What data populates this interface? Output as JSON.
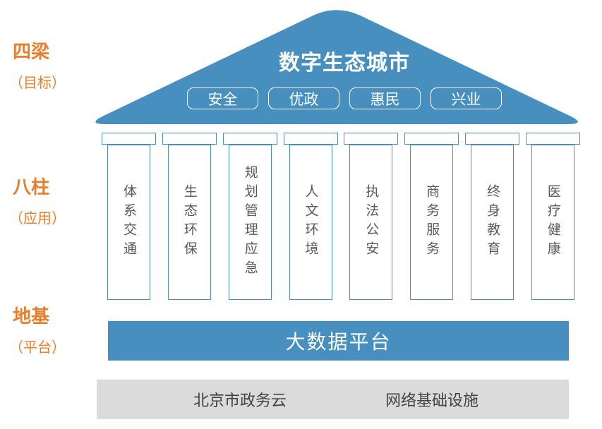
{
  "palette": {
    "roof_blue": "#478FBE",
    "pillar_border_blue": "#4F8DB9",
    "label_orange": "#E87E2C",
    "pillar_text_gray": "#595959",
    "infra_bar_gray": "#DBDBDB",
    "infra_text": "#3F4347",
    "white": "#FFFFFF"
  },
  "side_labels": [
    {
      "main": "四梁",
      "sub": "（目标）"
    },
    {
      "main": "八柱",
      "sub": "（应用）"
    },
    {
      "main": "地基",
      "sub": "（平台）"
    }
  ],
  "roof": {
    "title": "数字生态城市",
    "goals": [
      "安全",
      "优政",
      "惠民",
      "兴业"
    ]
  },
  "pillars": [
    "体系交通",
    "生态环保",
    "规划管理应急",
    "人文环境",
    "执法公安",
    "商务服务",
    "终身教育",
    "医疗健康"
  ],
  "platform": {
    "label": "大数据平台"
  },
  "infrastructure": {
    "items": [
      "北京市政务云",
      "网络基础设施"
    ]
  }
}
